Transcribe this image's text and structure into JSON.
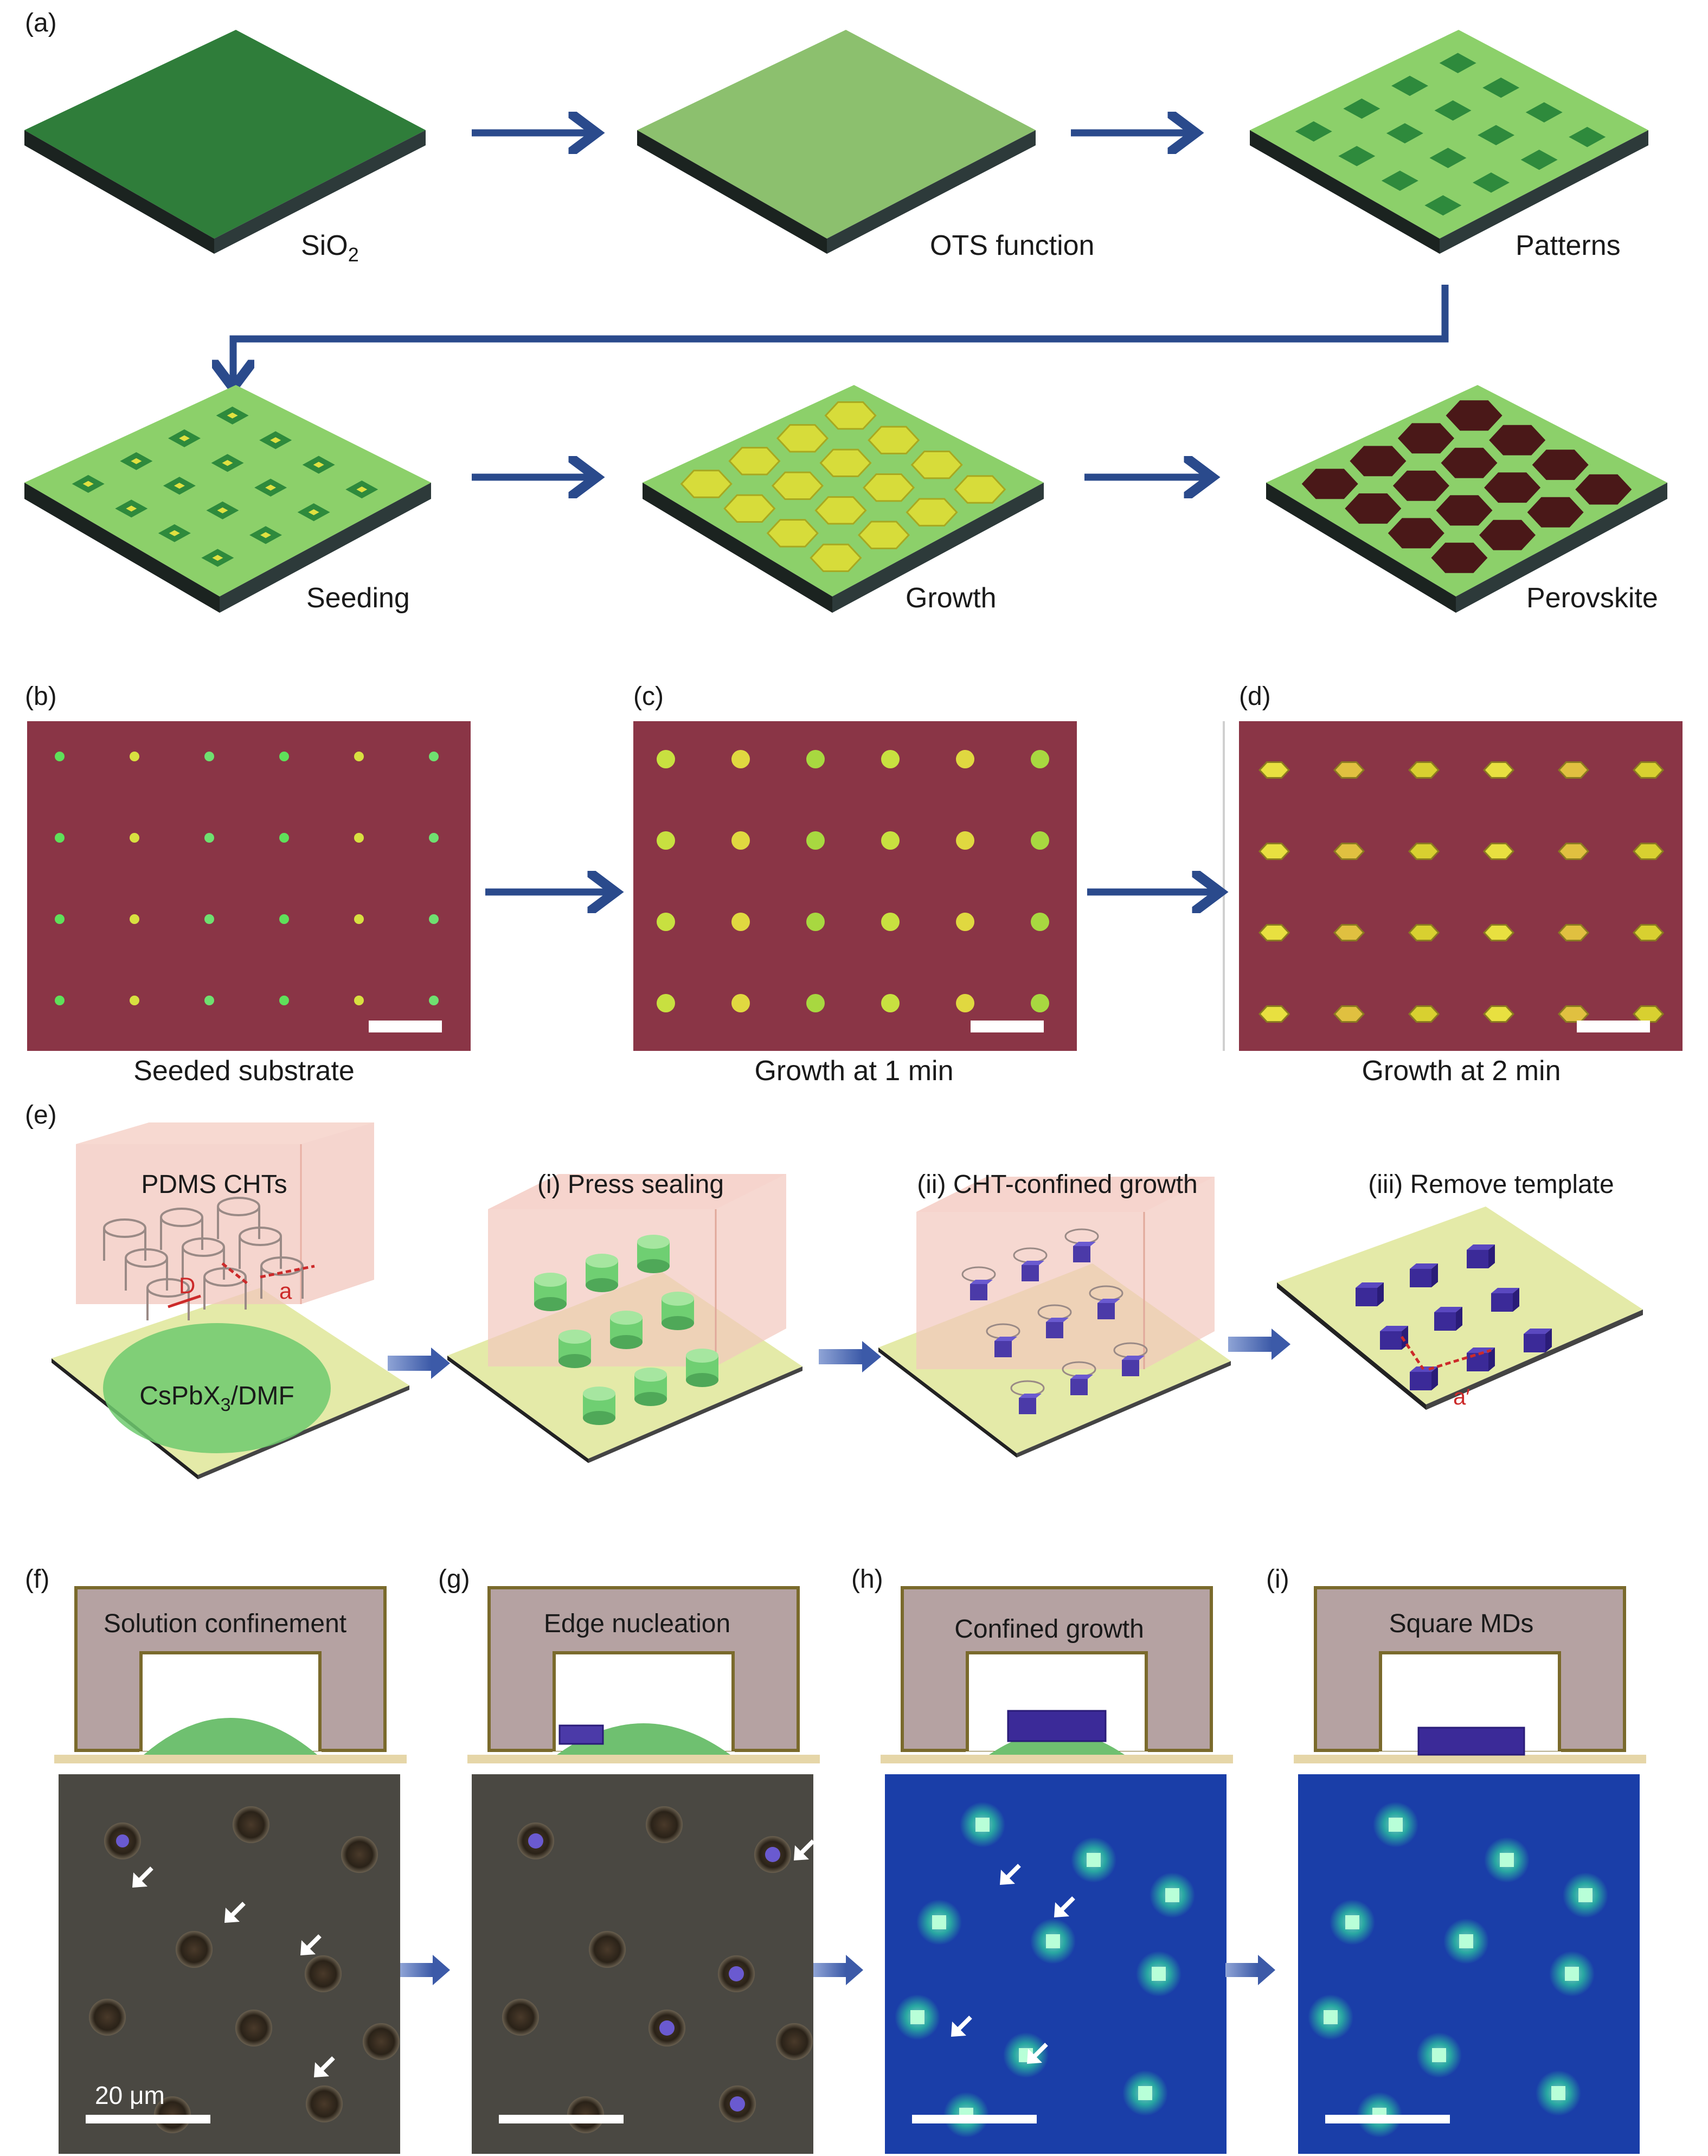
{
  "panel_labels": {
    "a": "(a)",
    "b": "(b)",
    "c": "(c)",
    "d": "(d)",
    "e": "(e)",
    "f": "(f)",
    "g": "(g)",
    "h": "(h)",
    "i": "(i)"
  },
  "panel_a": {
    "step_labels": [
      "SiO",
      "OTS function",
      "Patterns",
      "Seeding",
      "Growth",
      "Perovskite"
    ],
    "sio2_subscript": "2"
  },
  "micrographs": {
    "captions": [
      "Seeded substrate",
      "Growth at 1 min",
      "Growth at 2 min"
    ]
  },
  "panel_e": {
    "titles": [
      "PDMS CHTs",
      "(i) Press sealing",
      "(ii) CHT-confined growth",
      "(iii) Remove template"
    ],
    "solution_label_pre": "CsPbX",
    "solution_sub": "3",
    "solution_label_post": "/DMF",
    "dim_D": "D",
    "dim_a": "a",
    "dim_a_prime": "a′"
  },
  "panel_fi": {
    "titles": [
      "Solution confinement",
      "Edge nucleation",
      "Confined growth",
      "Square MDs"
    ],
    "scale_label": "20 μm"
  },
  "colors": {
    "arrow": "#2a4a8c",
    "substrate_dark": "#2e7d32",
    "substrate_light": "#8bc34a",
    "micrograph_bg": "#8a3546",
    "fluorescence_bg": "#1a3ea8",
    "perovskite": "#4a1818",
    "cube": "#4b3aa8"
  }
}
